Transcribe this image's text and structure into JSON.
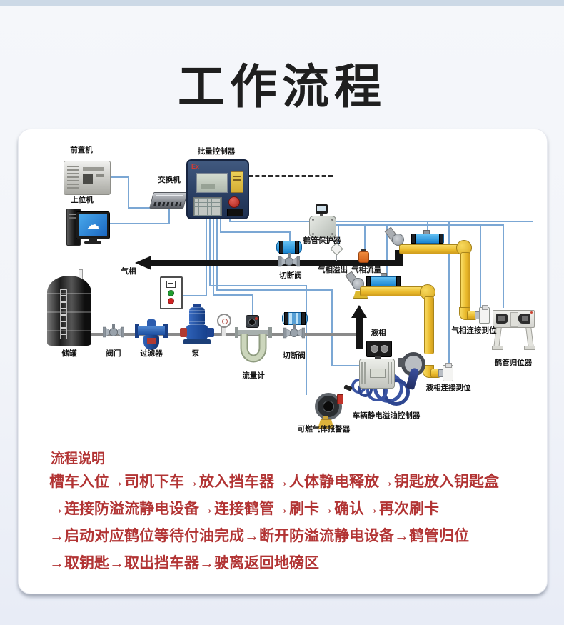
{
  "page": {
    "title": "工作流程"
  },
  "diagram": {
    "labels": {
      "front_machine": "前置机",
      "switch": "交换机",
      "host_machine": "上位机",
      "batch_controller": "批量控制器",
      "controller_ex": "Ex",
      "arm_protector": "鹤管保护器",
      "gas_phase": "气相",
      "cutoff_valve_gas": "切断阀",
      "gas_overflow": "气相溢出",
      "gas_flow": "气相流量",
      "storage_tank": "储罐",
      "valve": "阀门",
      "filter": "过滤器",
      "pump": "泵",
      "flow_meter": "流量计",
      "cutoff_valve_liquid": "切断阀",
      "liquid_phase": "液相",
      "gas_connected": "气相连接到位",
      "liquid_connected": "液相连接到位",
      "arm_returner": "鹤管归位器",
      "static_controller": "车辆静电溢油控制器",
      "gas_alarm": "可燃气体报警器"
    },
    "colors": {
      "accent_blue_line": "#7ba7d4",
      "arm_yellow": "#e9b92b",
      "flow_text_red": "#b23434"
    }
  },
  "flow": {
    "heading": "流程说明",
    "lines": [
      "槽车入位→司机下车→放入挡车器→人体静电释放→钥匙放入钥匙盒",
      "→连接防溢流静电设备→连接鹤管→刷卡→确认→再次刷卡",
      "→启动对应鹤位等待付油完成→断开防溢流静电设备→鹤管归位",
      "→取钥匙→取出挡车器→驶离返回地磅区"
    ]
  }
}
